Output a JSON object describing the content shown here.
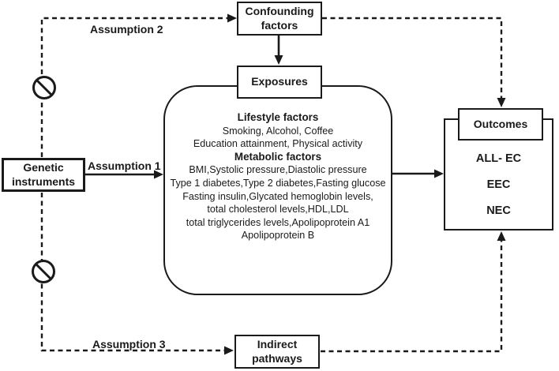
{
  "colors": {
    "ink": "#1a1a1a",
    "background": "#ffffff"
  },
  "nodes": {
    "genetic_instruments": "Genetic instruments",
    "confounding_factors": "Confounding factors",
    "exposures": "Exposures",
    "indirect_pathways": "Indirect pathways",
    "outcomes_title": "Outcomes"
  },
  "outcomes_items": [
    "ALL- EC",
    "EEC",
    "NEC"
  ],
  "edge_labels": {
    "assumption1": "Assumption 1",
    "assumption2": "Assumption 2",
    "assumption3": "Assumption 3"
  },
  "exposures_panel": {
    "lines": [
      {
        "text": "Lifestyle factors",
        "style": "bold"
      },
      {
        "text": "Smoking, Alcohol, Coffee"
      },
      {
        "text": "Education attainment, Physical activity"
      },
      {
        "text": "Metabolic factors",
        "style": "bold"
      },
      {
        "text": "BMI,Systolic pressure,Diastolic pressure"
      },
      {
        "text": "Type 1 diabetes,Type 2 diabetes,Fasting glucose"
      },
      {
        "text": "Fasting insulin,Glycated hemoglobin levels,"
      },
      {
        "text": "total cholesterol levels,HDL,LDL"
      },
      {
        "text": "total triglycerides levels,Apolipoprotein A1"
      },
      {
        "text": "Apolipoprotein B"
      }
    ]
  },
  "icons": {
    "no_entry": "circle-with-diagonal-slash"
  }
}
